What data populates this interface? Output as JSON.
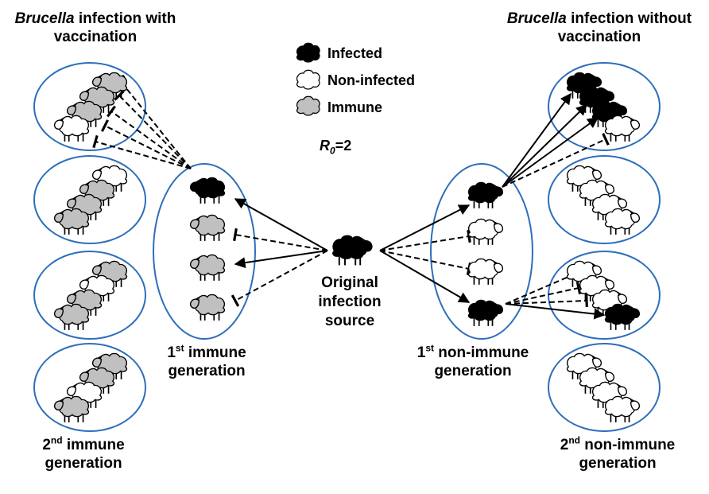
{
  "title_left": {
    "italic": "Brucella",
    "line1_rest": " infection with",
    "line2": "vaccination"
  },
  "title_right": {
    "italic": "Brucella",
    "line1_rest": " infection without",
    "line2": "vaccination"
  },
  "legend": {
    "infected": "Infected",
    "non_infected": "Non-infected",
    "immune": "Immune"
  },
  "r0": {
    "symbol": "R",
    "sub": "0",
    "value": "=2"
  },
  "source_label": {
    "line1": "Original",
    "line2": "infection",
    "line3": "source"
  },
  "first_immune": {
    "ordinal": "1",
    "sup": "st",
    "rest": " immune",
    "line2": "generation"
  },
  "first_nonimmune": {
    "ordinal": "1",
    "sup": "st",
    "rest": " non-immune",
    "line2": "generation"
  },
  "second_immune": {
    "ordinal": "2",
    "sup": "nd",
    "rest": " immune",
    "line2": "generation"
  },
  "second_nonimmune": {
    "ordinal": "2",
    "sup": "nd",
    "rest": " non-immune",
    "line2": "generation"
  },
  "colors": {
    "infected": "#000000",
    "non_infected": "#ffffff",
    "immune": "#c0c0c0",
    "ellipse_stroke": "#2e6fba"
  }
}
